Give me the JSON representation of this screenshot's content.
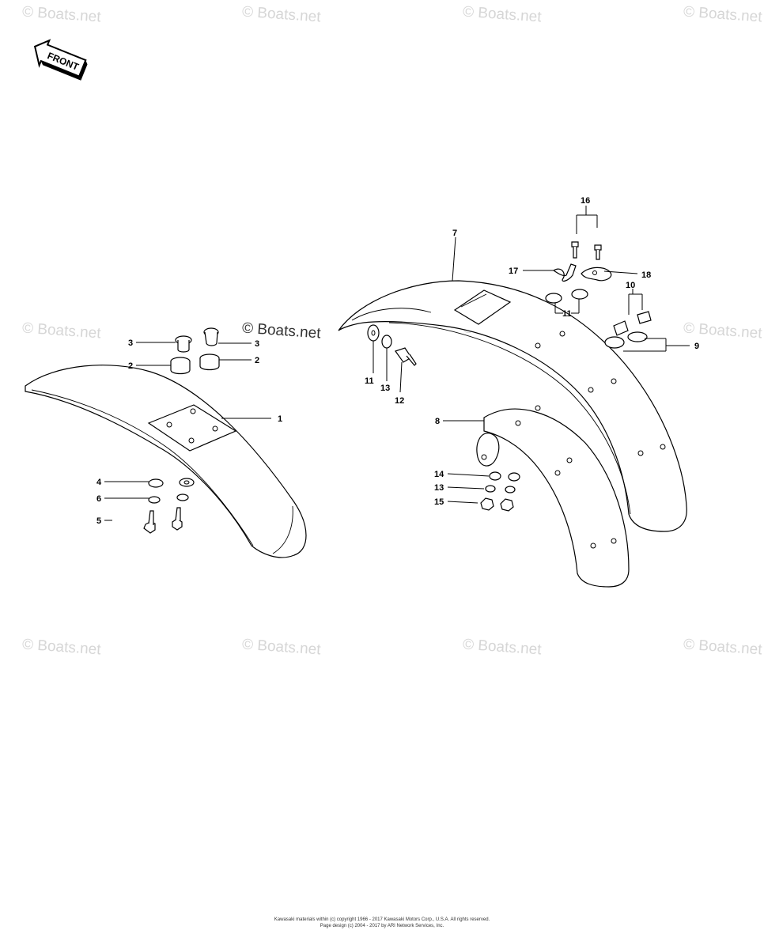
{
  "watermark": {
    "text": "© Boats.net",
    "highlight_text": "© Boats.net"
  },
  "front_arrow": {
    "label": "FRONT"
  },
  "callouts": [
    {
      "id": "c1",
      "label": "1"
    },
    {
      "id": "c2a",
      "label": "2"
    },
    {
      "id": "c2b",
      "label": "2"
    },
    {
      "id": "c3a",
      "label": "3"
    },
    {
      "id": "c3b",
      "label": "3"
    },
    {
      "id": "c4",
      "label": "4"
    },
    {
      "id": "c5",
      "label": "5"
    },
    {
      "id": "c6",
      "label": "6"
    },
    {
      "id": "c7",
      "label": "7"
    },
    {
      "id": "c8",
      "label": "8"
    },
    {
      "id": "c9",
      "label": "9"
    },
    {
      "id": "c10",
      "label": "10"
    },
    {
      "id": "c11a",
      "label": "11"
    },
    {
      "id": "c11b",
      "label": "11"
    },
    {
      "id": "c12",
      "label": "12"
    },
    {
      "id": "c13a",
      "label": "13"
    },
    {
      "id": "c13b",
      "label": "13"
    },
    {
      "id": "c14",
      "label": "14"
    },
    {
      "id": "c15",
      "label": "15"
    },
    {
      "id": "c16",
      "label": "16"
    },
    {
      "id": "c17",
      "label": "17"
    },
    {
      "id": "c18",
      "label": "18"
    }
  ],
  "footer": {
    "line1": "Kawasaki materials within (c) copyright 1966 - 2017 Kawasaki Motors Corp., U.S.A. All rights reserved.",
    "line2": "Page design (c) 2004 - 2017 by ARI Network Services, Inc."
  }
}
